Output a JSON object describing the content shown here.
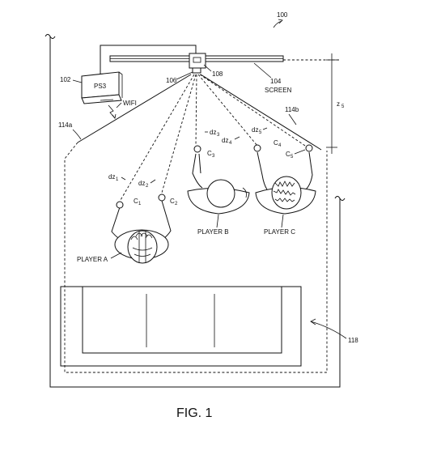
{
  "labels": {
    "ref_100": "100",
    "ref_102": "102",
    "ps3": "PS3",
    "ref_106": "106",
    "ref_108": "108",
    "ref_104": "104",
    "screen": "SCREEN",
    "wifi": "WIFI",
    "ref_114a": "114a",
    "ref_114b": "114b",
    "z": "z",
    "z_sub": "5",
    "dz": "dz",
    "dz1_sub": "1",
    "dz2_sub": "2",
    "dz3_sub": "3",
    "dz4_sub": "4",
    "dz5_sub": "5",
    "c": "C",
    "c1_sub": "1",
    "c2_sub": "2",
    "c3_sub": "3",
    "c4_sub": "4",
    "c5_sub": "5",
    "player_a": "PLAYER A",
    "player_b": "PLAYER B",
    "player_c": "PLAYER C",
    "ref_118": "118",
    "caption": "FIG. 1"
  }
}
